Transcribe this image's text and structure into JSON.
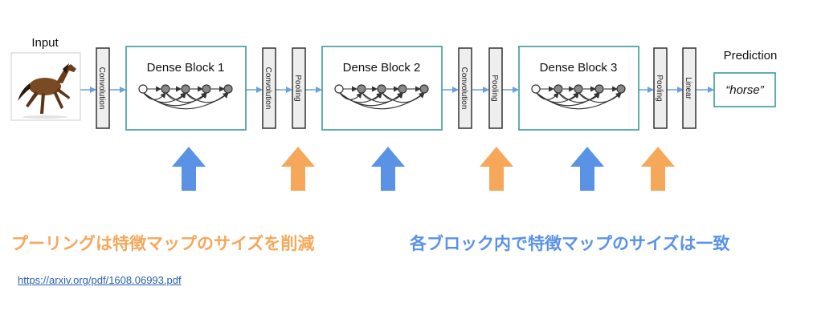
{
  "diagram": {
    "input_label": "Input",
    "prediction_label": "Prediction",
    "output_text": "“horse”",
    "layers": [
      {
        "kind": "thin",
        "text": "Convolution"
      },
      {
        "kind": "dense",
        "text": "Dense Block 1"
      },
      {
        "kind": "thin",
        "text": "Convolution"
      },
      {
        "kind": "thin",
        "text": "Pooling"
      },
      {
        "kind": "dense",
        "text": "Dense Block 2"
      },
      {
        "kind": "thin",
        "text": "Convolution"
      },
      {
        "kind": "thin",
        "text": "Pooling"
      },
      {
        "kind": "dense",
        "text": "Dense Block 3"
      },
      {
        "kind": "thin",
        "text": "Pooling"
      },
      {
        "kind": "thin",
        "text": "Linear"
      }
    ]
  },
  "annotations": {
    "pooling_caption": "プーリングは特徴マップのサイズを削減",
    "block_caption": "各ブロック内で特徴マップのサイズは一致",
    "orange_color": "#f5a85a",
    "blue_color": "#5a93e6",
    "teal_color": "#3a9a97"
  },
  "reference": {
    "url": "https://arxiv.org/pdf/1608.06993.pdf"
  }
}
